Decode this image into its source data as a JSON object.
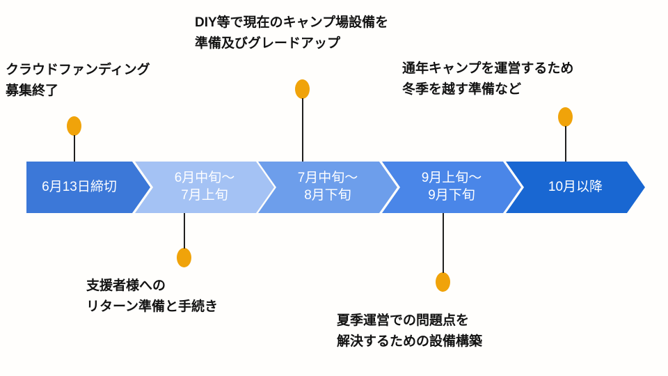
{
  "canvas": {
    "background": "#fffefc"
  },
  "accent": {
    "marker_color": "#F0A30A",
    "connector_color": "#1f1f1f",
    "text_color": "#121212"
  },
  "timeline": {
    "segments": [
      {
        "label": "6月13日締切",
        "color": "#3c78d8"
      },
      {
        "label": "6月中旬〜\n7月上旬",
        "color": "#a4c2f4"
      },
      {
        "label": "7月中旬〜\n8月下旬",
        "color": "#6d9eeb"
      },
      {
        "label": "9月上旬〜\n9月下旬",
        "color": "#4a86e8"
      },
      {
        "label": "10月以降",
        "color": "#1967d2"
      }
    ]
  },
  "annotations": {
    "above": [
      {
        "text": "クラウドファンディング\n募集終了"
      },
      {
        "text": "DIY等で現在のキャンプ場設備を\n準備及びグレードアップ"
      },
      {
        "text": "通年キャンプを運営するため\n冬季を越す準備など"
      }
    ],
    "below": [
      {
        "text": "支援者様への\nリターン準備と手続き"
      },
      {
        "text": "夏季運営での問題点を\n解決するための設備構築"
      }
    ]
  }
}
